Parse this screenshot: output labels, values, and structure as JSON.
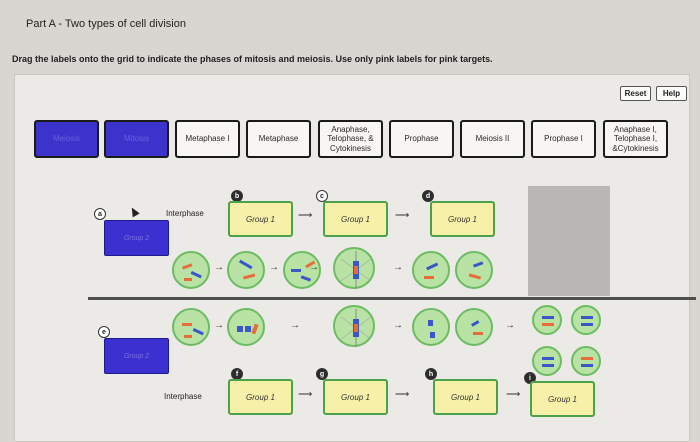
{
  "header": {
    "part_title": "Part A - Two types of cell division",
    "instructions": "Drag the labels onto the grid to indicate the phases of mitosis and meiosis. Use only pink labels for pink targets."
  },
  "toolbar": {
    "reset_label": "Reset",
    "help_label": "Help"
  },
  "labels": [
    {
      "text": "Meiosis",
      "color": "blue"
    },
    {
      "text": "Mitosis",
      "color": "blue"
    },
    {
      "text": "Metaphase I",
      "color": "pink"
    },
    {
      "text": "Metaphase",
      "color": "pink"
    },
    {
      "text": "Anaphase, Telophase, & Cytokinesis",
      "color": "pink"
    },
    {
      "text": "Prophase",
      "color": "pink"
    },
    {
      "text": "Meiosis II",
      "color": "pink"
    },
    {
      "text": "Prophase I",
      "color": "pink"
    },
    {
      "text": "Anaphase I, Telophase I, &Cytokinesis",
      "color": "pink"
    }
  ],
  "grid": {
    "interphase_label": "Interphase",
    "group_label": "Group 1",
    "target_a": "Group 2",
    "target_e": "Group 2",
    "letters": [
      "a",
      "b",
      "c",
      "d",
      "e",
      "f",
      "g",
      "h",
      "i"
    ]
  },
  "colors": {
    "blue_label": "#3c32cc",
    "target_yellow": "#f6f0a8",
    "target_border": "#4ba24b",
    "cell_green": "#b9e3a5"
  }
}
